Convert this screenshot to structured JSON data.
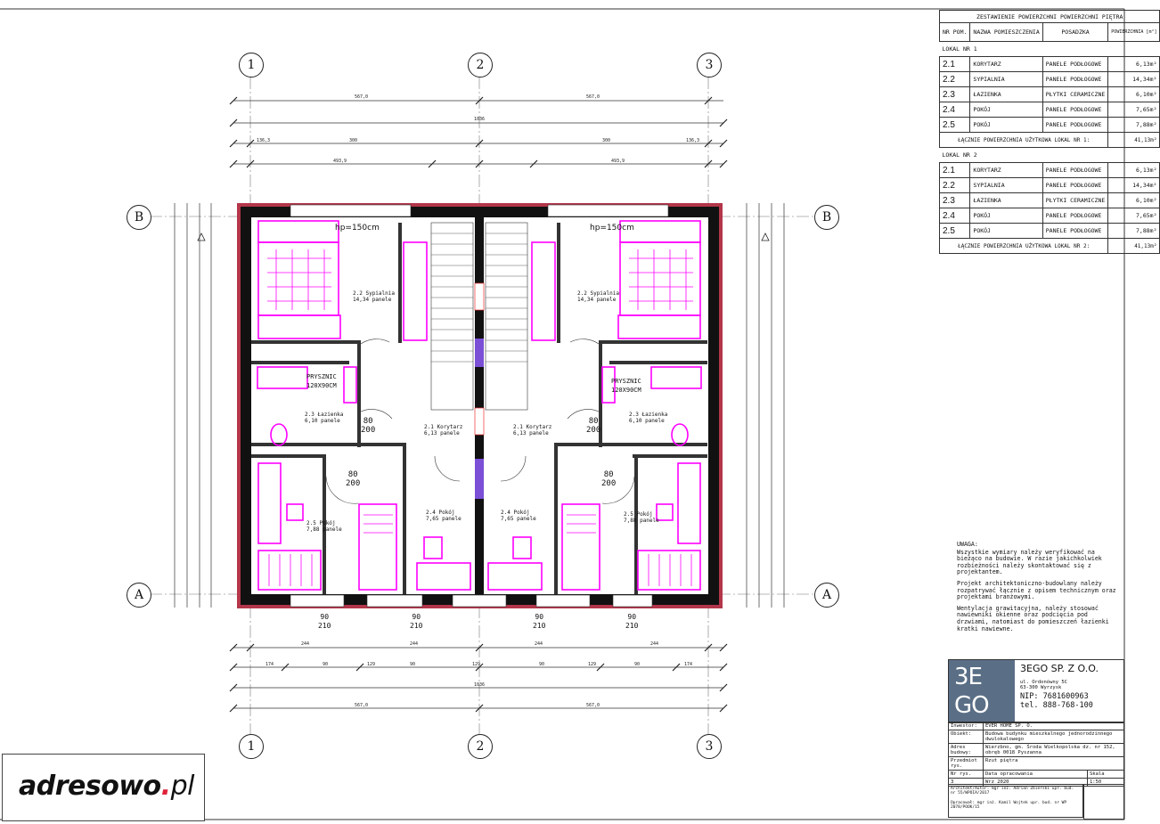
{
  "axes": {
    "columns": [
      "1",
      "2",
      "3"
    ],
    "rows": [
      "B",
      "A"
    ]
  },
  "table": {
    "title": "ZESTAWIENIE POWIERZCHNI POWIERZCHNI PIĘTRA",
    "headers": [
      "NR POM.",
      "NAZWA POMIESZCZENIA",
      "POSADZKA",
      "POWIERZCHNIA [m²]"
    ],
    "sections": [
      {
        "label": "LOKAL NR 1",
        "rows": [
          {
            "no": "2.1",
            "name": "KORYTARZ",
            "floor": "PANELE PODŁOGOWE",
            "area": "6,13m²"
          },
          {
            "no": "2.2",
            "name": "SYPIALNIA",
            "floor": "PANELE PODŁOGOWE",
            "area": "14,34m²"
          },
          {
            "no": "2.3",
            "name": "ŁAZIENKA",
            "floor": "PŁYTKI CERAMICZNE",
            "area": "6,10m²"
          },
          {
            "no": "2.4",
            "name": "POKÓJ",
            "floor": "PANELE PODŁOGOWE",
            "area": "7,65m²"
          },
          {
            "no": "2.5",
            "name": "POKÓJ",
            "floor": "PANELE PODŁOGOWE",
            "area": "7,88m²"
          }
        ],
        "total": {
          "label": "ŁĄCZNIE POWIERZCHNIA UŻYTKOWA LOKAL NR 1:",
          "value": "41,13m²"
        }
      },
      {
        "label": "LOKAL NR 2",
        "rows": [
          {
            "no": "2.1",
            "name": "KORYTARZ",
            "floor": "PANELE PODŁOGOWE",
            "area": "6,13m²"
          },
          {
            "no": "2.2",
            "name": "SYPIALNIA",
            "floor": "PANELE PODŁOGOWE",
            "area": "14,34m²"
          },
          {
            "no": "2.3",
            "name": "ŁAZIENKA",
            "floor": "PŁYTKI CERAMICZNE",
            "area": "6,10m²"
          },
          {
            "no": "2.4",
            "name": "POKÓJ",
            "floor": "PANELE PODŁOGOWE",
            "area": "7,65m²"
          },
          {
            "no": "2.5",
            "name": "POKÓJ",
            "floor": "PANELE PODŁOGOWE",
            "area": "7,88m²"
          }
        ],
        "total": {
          "label": "ŁĄCZNIE POWIERZCHNIA UŻYTKOWA LOKAL NR 2:",
          "value": "41,13m²"
        }
      }
    ]
  },
  "notes": [
    "UWAGA:",
    "Wszystkie wymiary należy weryfikować na bieżąco na budowie. W razie jakichkolwiek rozbieżności należy skontaktować się z projektantem.",
    "Projekt architektoniczno-budowlany należy rozpatrywać łącznie z opisem technicznym oraz projektami branżowymi.",
    "Wentylacja grawitacyjna, należy stosować nawiewniki okienne oraz podcięcia pod drzwiami, natomiast do pomieszczeń łazienki kratki nawiewne."
  ],
  "company": {
    "logo_top": "3E",
    "logo_bottom": "GO",
    "name": "3EGO SP. Z O.O.",
    "street": "ul. Ordonówny 5C",
    "city": "63-300 Wyrzysk",
    "nip": "NIP: 7681600963",
    "tel": "tel. 888-768-100"
  },
  "info_rows": [
    {
      "label": "Inwestor:",
      "value": "EVER HOME SP. O."
    },
    {
      "label": "Obiekt:",
      "value": "Budowa budynku mieszkalnego jednorodzinnego dwulokalowego"
    },
    {
      "label": "Adres budowy:",
      "value": "Wierzbno, gm. Środa Wielkopolska dz. nr 152, obręb 0018 Pyszanna"
    },
    {
      "label": "Przedmiot rys.",
      "value": "Rzut piętra"
    },
    {
      "label": "Nr rys.",
      "value": "Data opracowania",
      "extra": "Skala"
    },
    {
      "label": "3",
      "value": "Wrz 2020",
      "extra": "1:50"
    }
  ],
  "signatures": [
    "Architekt/Autor: mgr inż. Adrian Zbierski upr. bud. nr 55/WPOIA/2017",
    "Opracował: mgr inż. Kamil Wojtek upr. bud. nr WP 2078/POOK/15"
  ],
  "rooms": [
    {
      "id": "2.2",
      "name": "Sypialnia",
      "area": "14,34",
      "floor": "panele"
    },
    {
      "id": "2.3",
      "name": "Łazienka",
      "area": "6,10",
      "floor": "panele"
    },
    {
      "id": "2.1",
      "name": "Korytarz",
      "area": "6,13",
      "floor": "panele"
    },
    {
      "id": "2.4",
      "name": "Pokój",
      "area": "7,65",
      "floor": "panele"
    },
    {
      "id": "2.5",
      "name": "Pokój",
      "area": "7,88",
      "floor": "panele"
    }
  ],
  "fixtures": {
    "hp": "hp=150cm",
    "shower": "PRYSZNIC",
    "shower_size": "120X90CM",
    "door_80": "80",
    "door_200": "200",
    "door_90": "90",
    "door_210": "210"
  },
  "dimensions": {
    "top1": [
      "567,0",
      "567,0"
    ],
    "top2": "1036",
    "top3": [
      "136,3",
      "300",
      "300",
      "136,3"
    ],
    "top4": [
      "493,9",
      "493,9"
    ],
    "bottom1": [
      "244",
      "244",
      "244",
      "244"
    ],
    "bottom2": [
      "174",
      "90",
      "129",
      "90",
      "129",
      "90",
      "129",
      "90",
      "174"
    ],
    "bottom3": "1036",
    "bottom4": [
      "567,0",
      "567,0"
    ]
  },
  "watermark": {
    "brand": "adresowo",
    "dot": ".",
    "tld": "pl"
  },
  "colors": {
    "wall": "#111111",
    "insulation": "#b3364a",
    "furniture": "#ff00ff",
    "logo": "#5a6f86",
    "watermark_dot": "#e0223a"
  }
}
